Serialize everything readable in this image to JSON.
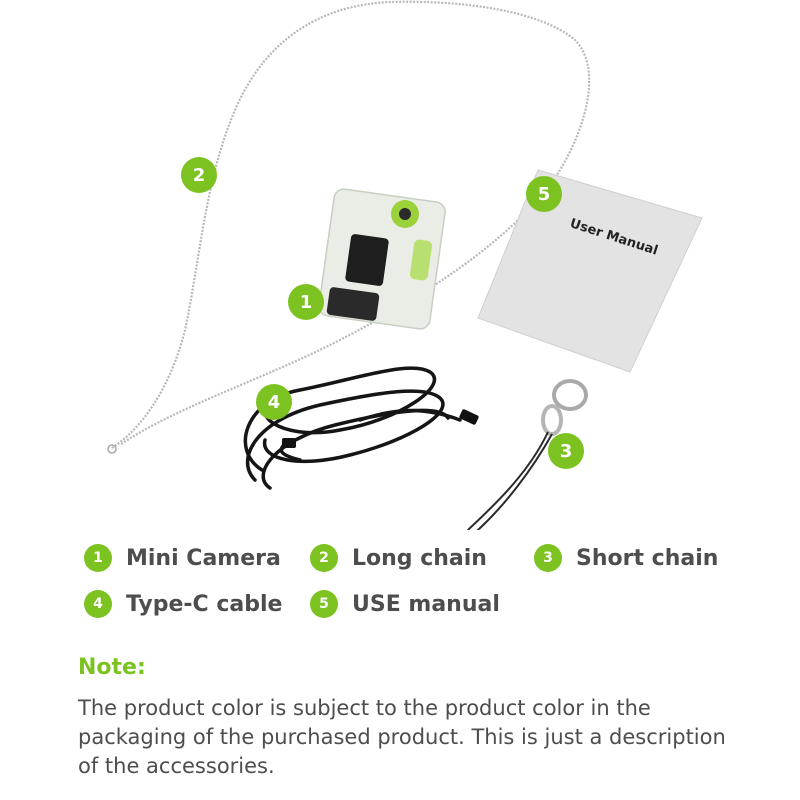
{
  "illustration": {
    "manual_cover_text": "User Manual",
    "callouts": [
      "1",
      "2",
      "3",
      "4",
      "5"
    ]
  },
  "legend": [
    {
      "number": "1",
      "label": "Mini Camera"
    },
    {
      "number": "2",
      "label": "Long chain"
    },
    {
      "number": "3",
      "label": "Short chain"
    },
    {
      "number": "4",
      "label": "Type-C cable"
    },
    {
      "number": "5",
      "label": "USE manual"
    }
  ],
  "note": {
    "title": "Note:",
    "text": "The product color is subject to the product color in the packaging of the purchased product. This is just a description of the accessories."
  },
  "colors": {
    "accent": "#7cc221",
    "text": "#4d4d4d"
  }
}
